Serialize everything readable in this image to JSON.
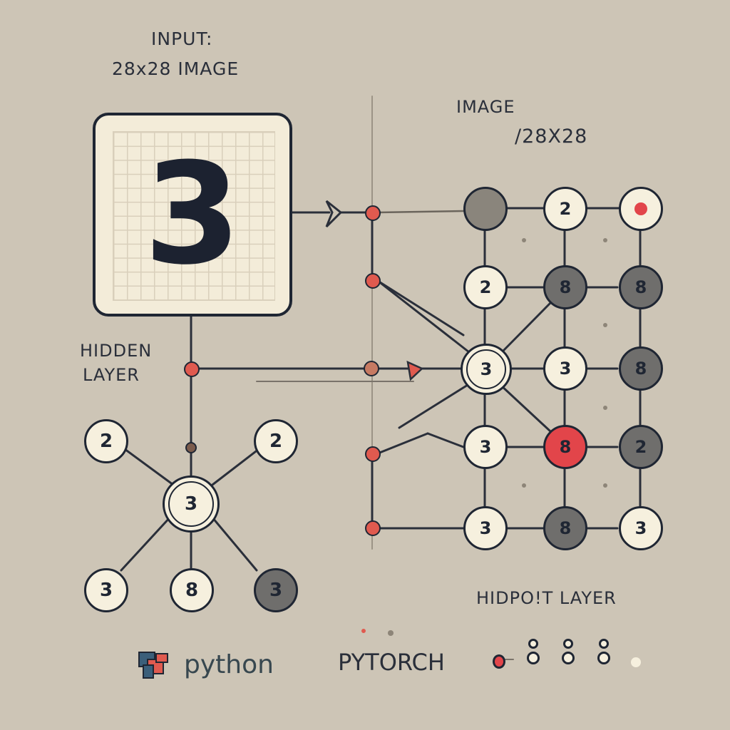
{
  "labels": {
    "input_line1": "INPUT:",
    "input_line2": "28x28 IMAGE",
    "image_line1": "IMAGE",
    "image_line2": "/28X28",
    "hidden_line1": "HIDDEN",
    "hidden_line2": "LAYER",
    "hidpoit": "HIDPO!T LAYER",
    "python": "python",
    "pytorch": "PYTORCH"
  },
  "input_image": {
    "digit": "3"
  },
  "left_network": {
    "center": "3",
    "outer": [
      "2",
      "2",
      "3",
      "8",
      "3"
    ]
  },
  "grid_network": {
    "rows": [
      [
        "",
        "2",
        ""
      ],
      [
        "2",
        "8",
        "8"
      ],
      [
        "3",
        "3",
        "8"
      ],
      [
        "3",
        "8",
        "2"
      ],
      [
        "3",
        "8",
        "3"
      ]
    ]
  },
  "colors": {
    "background": "#cdc5b6",
    "ink": "#1f2633",
    "node_light": "#f6f0de",
    "node_dark": "#6f6e6c",
    "accent_red": "#e2454a"
  }
}
